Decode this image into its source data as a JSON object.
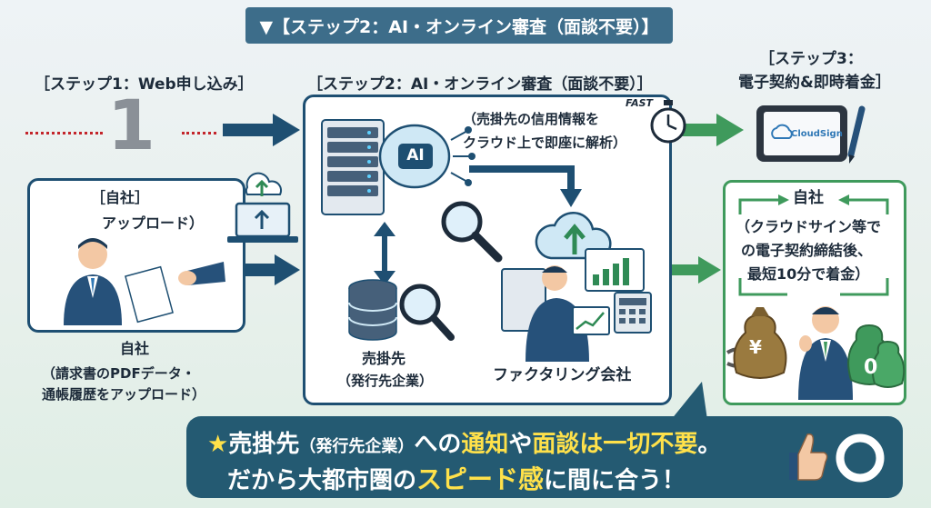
{
  "banner": {
    "text": "▼【ステップ2：AI・オンライン審査（面談不要）】"
  },
  "step1": {
    "label": "［ステップ1：Web申し込み］",
    "number": "1"
  },
  "step2": {
    "label": "［ステップ2：AI・オンライン審査（面談不要）］"
  },
  "step3": {
    "label_line1": "［ステップ3：",
    "label_line2": "電子契約&即時着金］"
  },
  "left_panel": {
    "line1": "［自社］",
    "line2": "アップロード）"
  },
  "left_caption": {
    "line1": "自社",
    "line2": "（請求書のPDFデータ・",
    "line3": "通帳履歴をアップロード）"
  },
  "ai": {
    "chip": "AI",
    "fast": "FAST",
    "line1": "（売掛先の信用情報を",
    "line2": "クラウド上で即座に解析）"
  },
  "buyer": {
    "line1": "売掛先",
    "line2": "（発行先企業）"
  },
  "factoring": {
    "label": "ファクタリング会社"
  },
  "cloudsign": {
    "brand": "CloudSign"
  },
  "right_panel": {
    "title": "自社",
    "line1": "（クラウドサイン等で",
    "line2": "の電子契約締結後、",
    "line3": "最短10分で着金）"
  },
  "money": {
    "yen": "¥",
    "zero": "0"
  },
  "bottom": {
    "star": "★",
    "p1": "売掛先",
    "p2": "（発行先企業）",
    "p3": "への",
    "p4": "通知",
    "p5": "や",
    "p6": "面談は一切不要",
    "p7": "。",
    "q1": "だから大都市圏の",
    "q2": "スピード感",
    "q3": "に間に合う！"
  },
  "colors": {
    "navy": "#1e4f72",
    "green": "#3f9a5c",
    "banner": "#3d6d8a",
    "yellow": "#ffe14a"
  }
}
